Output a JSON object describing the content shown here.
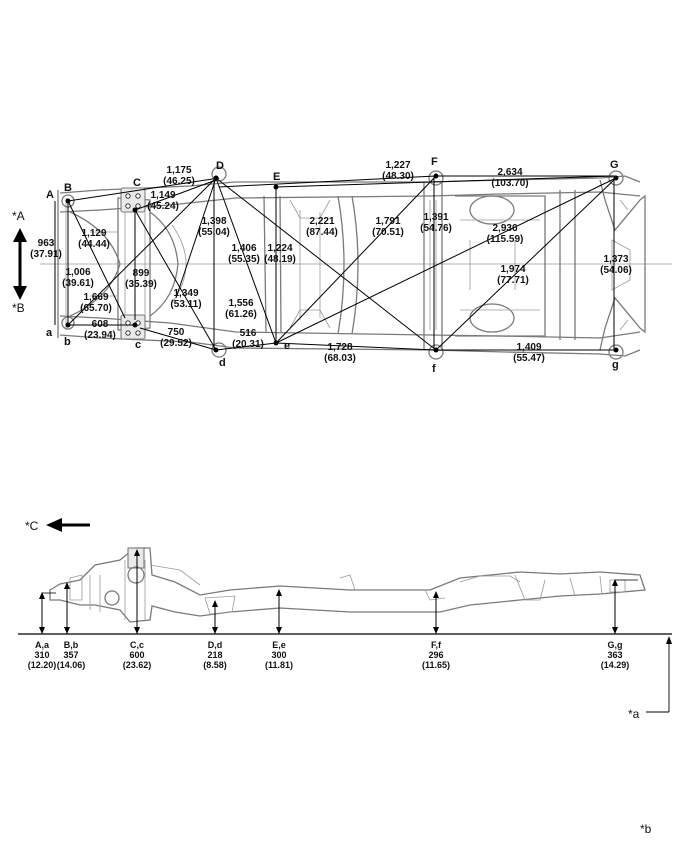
{
  "legend": {
    "A": "*A",
    "B": "*B",
    "C": "*C",
    "a": "*a",
    "b": "*b"
  },
  "top_points_upper": {
    "A": "A",
    "B": "B",
    "C": "C",
    "D": "D",
    "E": "E",
    "F": "F",
    "G": "G"
  },
  "top_points_lower": {
    "a": "a",
    "b": "b",
    "c": "c",
    "d": "d",
    "e": "e",
    "f": "f",
    "g": "g"
  },
  "dims": {
    "d963": [
      "963",
      "(37.91)"
    ],
    "d1006": [
      "1,006",
      "(39.61)"
    ],
    "d1129": [
      "1,129",
      "(44.44)"
    ],
    "d1669": [
      "1,669",
      "(65.70)"
    ],
    "d608": [
      "608",
      "(23.94)"
    ],
    "d899": [
      "899",
      "(35.39)"
    ],
    "d1149": [
      "1,149",
      "(45.24)"
    ],
    "d1175": [
      "1,175",
      "(46.25)"
    ],
    "d750": [
      "750",
      "(29.52)"
    ],
    "d1349": [
      "1,349",
      "(53.11)"
    ],
    "d1398": [
      "1,398",
      "(55.04)"
    ],
    "d1406": [
      "1,406",
      "(55.35)"
    ],
    "d1556": [
      "1,556",
      "(61.26)"
    ],
    "d516": [
      "516",
      "(20.31)"
    ],
    "d1224": [
      "1,224",
      "(48.19)"
    ],
    "d2221": [
      "2,221",
      "(87.44)"
    ],
    "d1227": [
      "1,227",
      "(48.30)"
    ],
    "d1791": [
      "1,791",
      "(70.51)"
    ],
    "d1391": [
      "1,391",
      "(54.76)"
    ],
    "d1728": [
      "1,728",
      "(68.03)"
    ],
    "d2634": [
      "2,634",
      "(103.70)"
    ],
    "d2936": [
      "2,936",
      "(115.59)"
    ],
    "d1974": [
      "1,974",
      "(77.71)"
    ],
    "d1409": [
      "1,409",
      "(55.47)"
    ],
    "d1373": [
      "1,373",
      "(54.06)"
    ]
  },
  "heights": {
    "Aa": [
      "A,a",
      "310",
      "(12.20)"
    ],
    "Bb": [
      "B,b",
      "357",
      "(14.06)"
    ],
    "Cc": [
      "C,c",
      "600",
      "(23.62)"
    ],
    "Dd": [
      "D,d",
      "218",
      "(8.58)"
    ],
    "Ee": [
      "E,e",
      "300",
      "(11.81)"
    ],
    "Ff": [
      "F,f",
      "296",
      "(11.65)"
    ],
    "Gg": [
      "G,g",
      "363",
      "(14.29)"
    ]
  }
}
